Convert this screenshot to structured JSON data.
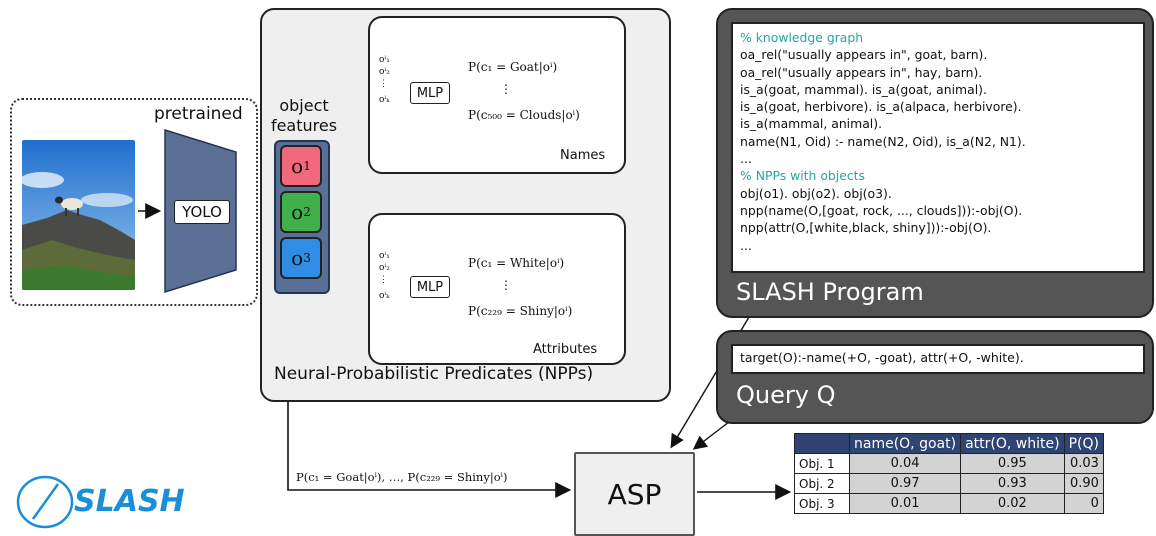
{
  "input": {
    "pretrained_label": "pretrained",
    "yolo_label": "YOLO"
  },
  "features": {
    "label_line1": "object",
    "label_line2": "features",
    "objects": [
      "o",
      "o",
      "o"
    ],
    "superscripts": [
      "1",
      "2",
      "3"
    ]
  },
  "names_box": {
    "mlp_label": "MLP",
    "title": "Names",
    "prob_top": "P(c₁ = Goat|oⁱ)",
    "prob_bottom": "P(c₅₀₀ = Clouds|oⁱ)"
  },
  "attr_box": {
    "mlp_label": "MLP",
    "title": "Attributes",
    "prob_top": "P(c₁ = White|oⁱ)",
    "prob_bottom": "P(c₂₂₉ = Shiny|oⁱ)"
  },
  "input_vars": [
    "oⁱ₁",
    "oⁱ₂",
    "oⁱₖ"
  ],
  "npp_panel": {
    "title": "Neural-Probabilistic Predicates (NPPs)"
  },
  "program": {
    "title": "SLASH Program",
    "lines": [
      {
        "text": "% knowledge graph",
        "comment": true
      },
      {
        "text": "oa_rel(\"usually appears in\", goat, barn).",
        "comment": false
      },
      {
        "text": "oa_rel(\"usually appears in\", hay, barn).",
        "comment": false
      },
      {
        "text": "is_a(goat, mammal). is_a(goat, animal).",
        "comment": false
      },
      {
        "text": "is_a(goat, herbivore). is_a(alpaca, herbivore).",
        "comment": false
      },
      {
        "text": "is_a(mammal, animal).",
        "comment": false
      },
      {
        "text": "name(N1, Oid) :- name(N2, Oid), is_a(N2, N1).",
        "comment": false
      },
      {
        "text": "...",
        "comment": false
      },
      {
        "text": "% NPPs with objects",
        "comment": true
      },
      {
        "text": "obj(o1). obj(o2). obj(o3).",
        "comment": false
      },
      {
        "text": "npp(name(O,[goat, rock, ..., clouds])):-obj(O).",
        "comment": false
      },
      {
        "text": "npp(attr(O,[white,black, shiny])):-obj(O).",
        "comment": false
      },
      {
        "text": "...",
        "comment": false
      }
    ]
  },
  "query": {
    "title": "Query Q",
    "text": "target(O):-name(+O, -goat), attr(+O, -white)."
  },
  "asp": {
    "label": "ASP",
    "input_label": "P(c₁ = Goat|oⁱ), …, P(c₂₂₉ = Shiny|oⁱ)"
  },
  "results": {
    "headers": [
      "",
      "name(O, goat)",
      "attr(O, white)",
      "P(Q)"
    ],
    "rows": [
      [
        "Obj. 1",
        "0.04",
        "0.95",
        "0.03"
      ],
      [
        "Obj. 2",
        "0.97",
        "0.93",
        "0.90"
      ],
      [
        "Obj. 3",
        "0.01",
        "0.02",
        "0"
      ]
    ]
  },
  "logo": {
    "text": "SLASH",
    "color": "#1a8fd8"
  },
  "colors": {
    "o1": "#f0687a",
    "o2": "#3fb04a",
    "o3": "#2f8ee3",
    "yolo": "#5c6f95",
    "mlp": "#c8d3cf"
  }
}
